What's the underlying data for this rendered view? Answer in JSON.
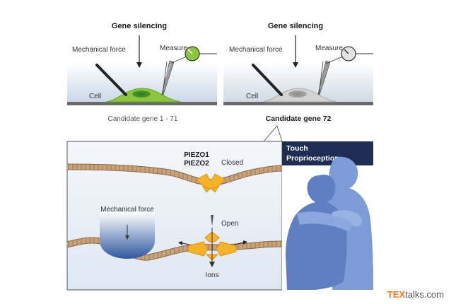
{
  "left_panel": {
    "title": "Gene silencing",
    "force_label": "Mechanical force",
    "measure_label": "Measure",
    "cell_label": "Cell",
    "caption": "Candidate gene 1 - 71"
  },
  "right_panel": {
    "title": "Gene silencing",
    "force_label": "Mechanical force",
    "measure_label": "Measure",
    "cell_label": "Cell",
    "caption": "Candidate gene 72"
  },
  "detail": {
    "channel_name_1": "PIEZO1",
    "channel_name_2": "PIEZO2",
    "closed_label": "Closed",
    "open_label": "Open",
    "ions_label": "Ions",
    "force_label": "Mechanical force"
  },
  "sidebar": {
    "line1": "Touch",
    "line2": "Proprioception"
  },
  "brand": {
    "part1": "TEX",
    "part2": "talks.com"
  },
  "colors": {
    "cell_green": "#8cc63f",
    "cell_gray": "#d0d0d0",
    "piezo": "#f7b22b",
    "navy": "#1f2d55",
    "figure_blue": "#6f8fd0",
    "brand_orange": "#e87722"
  }
}
